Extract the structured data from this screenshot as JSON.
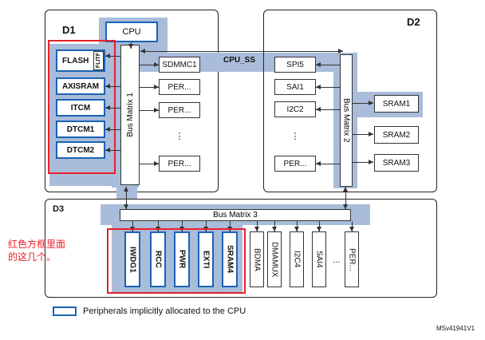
{
  "domains": {
    "d1": "D1",
    "d2": "D2",
    "d3": "D3"
  },
  "cpu": "CPU",
  "cpu_ss": "CPU_SS",
  "d1_memories": {
    "flash": "FLASH",
    "flitf": "FLITF",
    "axisram": "AXISRAM",
    "itcm": "ITCM",
    "dtcm1": "DTCM1",
    "dtcm2": "DTCM2"
  },
  "bus_matrix_1": "Bus Matrix 1",
  "bus_matrix_2": "Bus Matrix 2",
  "bus_matrix_3": "Bus Matrix 3",
  "d1_peripherals": {
    "sdmmc1": "SDMMC1",
    "per1": "PER...",
    "per2": "PER...",
    "dots": "⋮",
    "per3": "PER..."
  },
  "d2_peripherals": {
    "spi5": "SPI5",
    "sai1": "SAI1",
    "i2c2": "I2C2",
    "dots": "⋮",
    "per": "PER..."
  },
  "d2_memories": {
    "sram1": "SRAM1",
    "sram2": "SRAM2",
    "sram3": "SRAM3"
  },
  "d3_cpu_peripherals": {
    "iwdg1": "IWDG1",
    "rcc": "RCC",
    "pwr": "PWR",
    "exti": "EXTI",
    "sram4": "SRAM4"
  },
  "d3_other_peripherals": {
    "bdma": "BDMA",
    "dmamux": "DMAMUX",
    "i2c4": "I2C4",
    "sai4": "SAI4",
    "dots": "...",
    "per": "PER..."
  },
  "annotation": "红色方框里面\n的这几个。",
  "legend": "Peripherals implicitly allocated to the CPU",
  "figure_ref": "MSv41941V1",
  "colors": {
    "cpu_border": "#1a63b5",
    "shade": "#a9bcd9",
    "highlight": "#e8202a"
  }
}
